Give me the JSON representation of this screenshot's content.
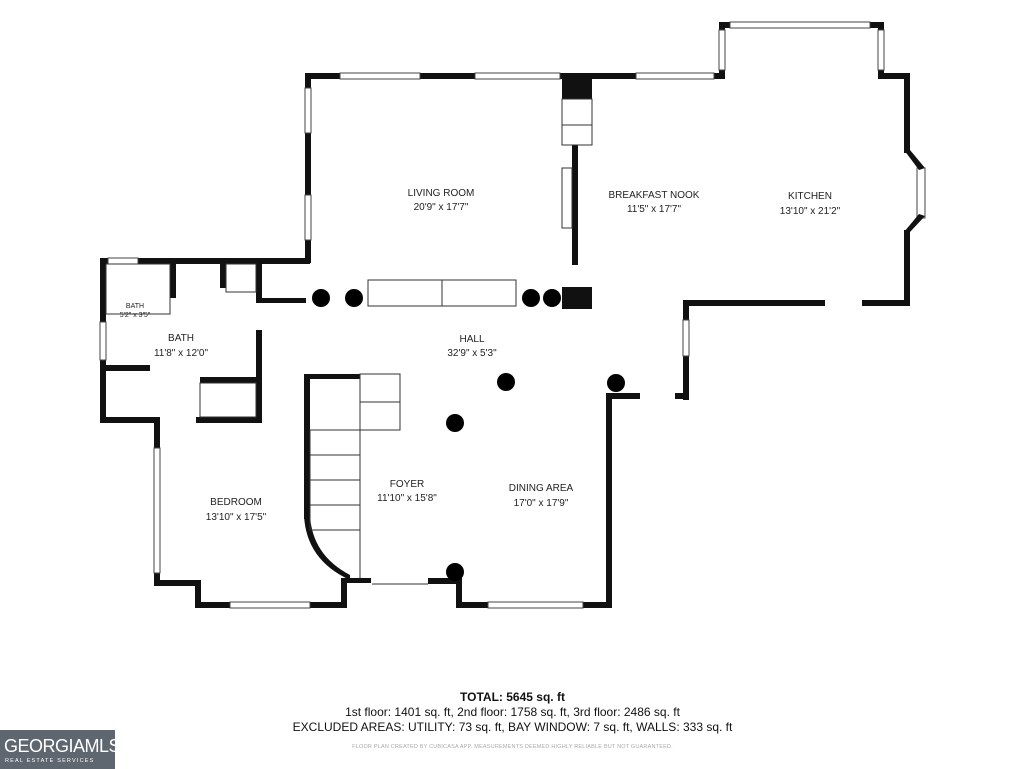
{
  "rooms": {
    "living_room": {
      "name": "LIVING ROOM",
      "size": "20'9\" x 17'7\""
    },
    "breakfast_nook": {
      "name": "BREAKFAST NOOK",
      "size": "11'5\" x 17'7\""
    },
    "kitchen": {
      "name": "KITCHEN",
      "size": "13'10\" x 21'2\""
    },
    "bath_small": {
      "name": "BATH",
      "size": "5'2\" x 3'5\""
    },
    "bath": {
      "name": "BATH",
      "size": "11'8\" x 12'0\""
    },
    "hall": {
      "name": "HALL",
      "size": "32'9\" x 5'3\""
    },
    "foyer": {
      "name": "FOYER",
      "size": "11'10\" x 15'8\""
    },
    "dining_area": {
      "name": "DINING AREA",
      "size": "17'0\" x 17'9\""
    },
    "bedroom": {
      "name": "BEDROOM",
      "size": "13'10\" x 17'5\""
    }
  },
  "footer": {
    "total": "TOTAL: 5645 sq. ft",
    "floors": "1st floor: 1401 sq. ft, 2nd floor: 1758 sq. ft, 3rd floor: 2486 sq. ft",
    "excluded": "EXCLUDED AREAS: UTILITY: 73 sq. ft, BAY WINDOW: 7 sq. ft, WALLS: 333 sq. ft",
    "disclaimer": "FLOOR PLAN CREATED BY CUBICASA APP. MEASUREMENTS DEEMED HIGHLY RELIABLE BUT NOT GUARANTEED."
  },
  "logo": {
    "main": "GEORGIAMLS",
    "sub": "REAL ESTATE SERVICES"
  },
  "colors": {
    "walls": "#111111",
    "logo_bg": "#5e6670"
  }
}
